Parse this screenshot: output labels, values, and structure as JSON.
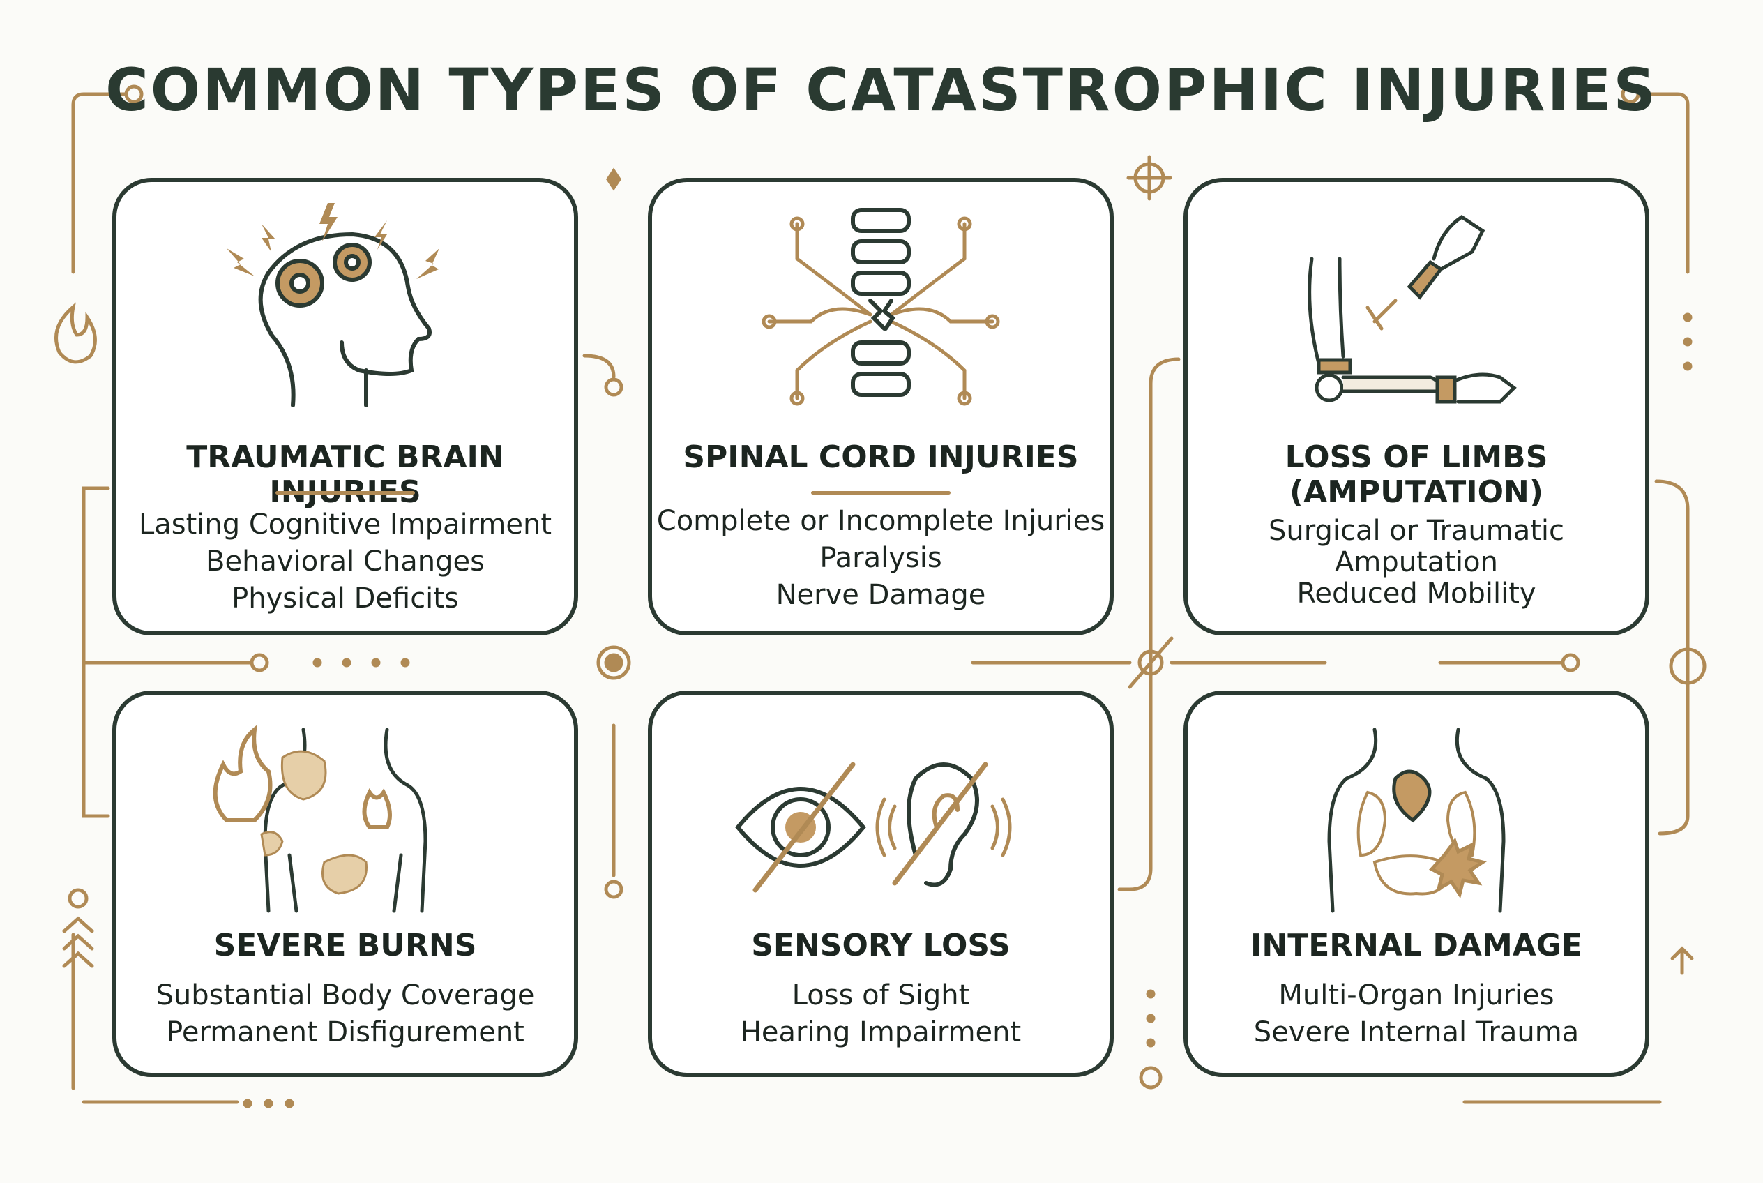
{
  "title": "COMMON TYPES OF CATASTROPHIC INJURIES",
  "colors": {
    "dark": "#2b3a32",
    "gold": "#b08a55",
    "gold_fill": "#c49a63",
    "background": "#fbfbf8"
  },
  "cards": [
    {
      "icon": "head-gears-lightning-icon",
      "heading": "TRAUMATIC BRAIN INJURIES",
      "lines": [
        "Lasting Cognitive Impairment",
        "Behavioral Changes",
        "Physical Deficits"
      ]
    },
    {
      "icon": "spine-nerves-icon",
      "heading": "SPINAL CORD INJURIES",
      "lines": [
        "Complete or Incomplete Injuries",
        "Paralysis",
        "Nerve Damage"
      ]
    },
    {
      "icon": "prosthetic-arm-icon",
      "heading": "LOSS OF LIMBS",
      "heading2": "(AMPUTATION)",
      "lines": [
        "Surgical or Traumatic",
        "Amputation",
        "Reduced Mobility"
      ]
    },
    {
      "icon": "burned-torso-flames-icon",
      "heading": "SEVERE BURNS",
      "lines": [
        "Substantial Body Coverage",
        "Permanent Disfigurement"
      ]
    },
    {
      "icon": "eye-ear-crossed-icon",
      "heading": "SENSORY LOSS",
      "lines": [
        "Loss of Sight",
        "Hearing Impairment"
      ]
    },
    {
      "icon": "torso-organs-icon",
      "heading": "INTERNAL DAMAGE",
      "lines": [
        "Multi-Organ Injuries",
        "Severe Internal Trauma"
      ]
    }
  ]
}
